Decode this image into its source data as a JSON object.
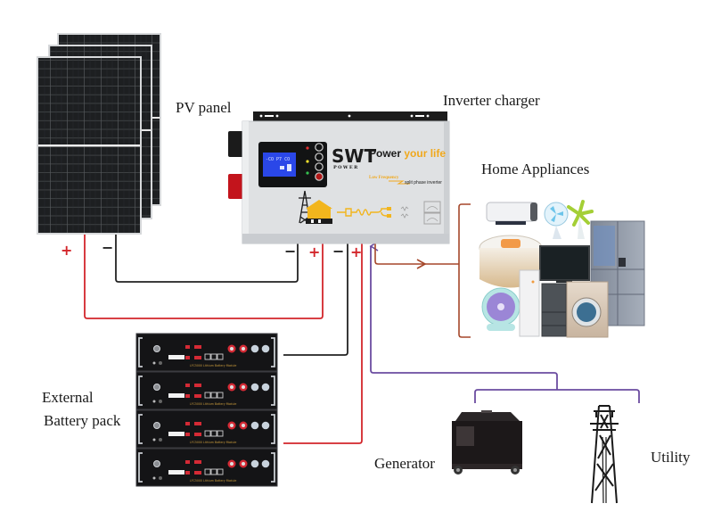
{
  "diagram": {
    "title": "Solar inverter charger system wiring",
    "labels": {
      "pv_panel": "PV panel",
      "inverter_charger": "Inverter charger",
      "home_appliances": "Home Appliances",
      "external": "External",
      "battery_pack": "Battery pack",
      "generator": "Generator",
      "utility": "Utility"
    },
    "polarity": {
      "plus": "+",
      "minus": "−"
    },
    "inverter": {
      "brand": "SWT",
      "brand_sub": "POWER",
      "slogan_prefix": "Power ",
      "slogan_highlight": "your life",
      "tag_line_1": "Low Frequency",
      "tag_line_2": "split phase inverter"
    },
    "battery": {
      "module_count": 4,
      "module_label": "LFC5000 Lithium Battery Module"
    },
    "colors": {
      "positive_wire": "#d3262b",
      "negative_wire": "#222222",
      "ac_input_wire": "#6b4ca0",
      "ac_output_wire": "#a5472a",
      "inverter_body": "#dfe1e3",
      "slogan_accent": "#f0a81c",
      "lcd": "#2a47e8"
    },
    "connections": [
      {
        "from": "PV panel",
        "to": "Inverter charger",
        "type": "DC"
      },
      {
        "from": "External Battery pack",
        "to": "Inverter charger",
        "type": "DC"
      },
      {
        "from": "Generator",
        "to": "Inverter charger",
        "type": "AC input"
      },
      {
        "from": "Utility",
        "to": "Inverter charger",
        "type": "AC input"
      },
      {
        "from": "Inverter charger",
        "to": "Home Appliances",
        "type": "AC output"
      }
    ]
  }
}
